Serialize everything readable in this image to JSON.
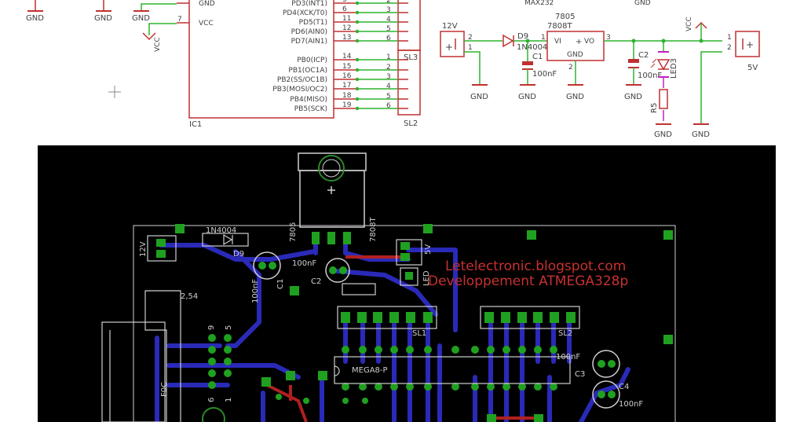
{
  "schematic": {
    "gnd_label": "GND",
    "vcc_label": "VCC",
    "ic1": {
      "name": "IC1",
      "left_pins": [
        {
          "num": "",
          "label": "GND"
        },
        {
          "num": "7",
          "label": "VCC"
        }
      ],
      "right_pins": [
        {
          "label": "PD3(INT1)",
          "num": "5"
        },
        {
          "label": "PD4(XCK/T0)",
          "num": "6"
        },
        {
          "label": "PD5(T1)",
          "num": "11"
        },
        {
          "label": "PD6(AIN0)",
          "num": "12"
        },
        {
          "label": "PD7(AIN1)",
          "num": "13"
        },
        {
          "label": "PB0(ICP)",
          "num": "14"
        },
        {
          "label": "PB1(OC1A)",
          "num": "15"
        },
        {
          "label": "PB2(SS/OC1B)",
          "num": "16"
        },
        {
          "label": "PB3(MOSI/OC2)",
          "num": "17"
        },
        {
          "label": "PB4(MISO)",
          "num": "18"
        },
        {
          "label": "PB5(SCK)",
          "num": "19"
        }
      ]
    },
    "sl3": {
      "name": "SL3",
      "pins": [
        "1",
        "2",
        "3",
        "4",
        "5",
        "6"
      ]
    },
    "sl2": {
      "name": "SL2",
      "pins": [
        "1",
        "2",
        "3",
        "4",
        "5",
        "6"
      ]
    },
    "upper_pins": [
      "2",
      "3",
      "4",
      "5",
      "6"
    ],
    "max232_label": "MAX232",
    "j12v": {
      "label": "12V",
      "pin_a": "2",
      "pin_b": "1"
    },
    "d9": {
      "ref": "D9",
      "value": "1N4004"
    },
    "regulator": {
      "name": "7805",
      "alt": "7808T",
      "vi": "VI",
      "vo": "VO",
      "gnd": "GND",
      "pin_in": "1",
      "pin_out": "3",
      "pin_gnd": "2"
    },
    "c1": {
      "ref": "C1",
      "value": "100nF"
    },
    "c2": {
      "ref": "C2",
      "value": "100nF"
    },
    "led3": {
      "ref": "LED3"
    },
    "r5": {
      "ref": "R5"
    },
    "j5v": {
      "label": "5V",
      "pin_a": "1",
      "pin_b": "2"
    }
  },
  "pcb": {
    "watermark_line1": "Letelectronic.blogspot.com",
    "watermark_line2": "Developpement ATMEGA328p",
    "label_1n4004": "1N4004",
    "label_d9": "D9",
    "label_12v": "12V",
    "label_7805": "7805",
    "label_7808t": "7808T",
    "label_100nf": "100nF",
    "label_c1": "C1",
    "label_c2": "C2",
    "label_led": "LED",
    "label_5v": "5V",
    "label_254": "2,54",
    "label_sl1": "SL1",
    "label_sl2": "SL2",
    "label_mega": "MEGA8-P",
    "label_c3": "C3",
    "label_c4": "C4",
    "label_100nf_c3": "100nF",
    "label_100nf_c4": "100nF",
    "label_9": "9",
    "label_5": "5",
    "label_6": "6",
    "label_1": "1",
    "label_f0c": "F0C"
  },
  "colors": {
    "wire_green": "#2fb32f",
    "symbol_red": "#c03030",
    "led_magenta": "#c020c0",
    "pcb_bg": "#000000",
    "pcb_trace_blue": "#2a2ab8",
    "pcb_pad_green": "#20a020",
    "pcb_silk": "#cfcfcf"
  }
}
